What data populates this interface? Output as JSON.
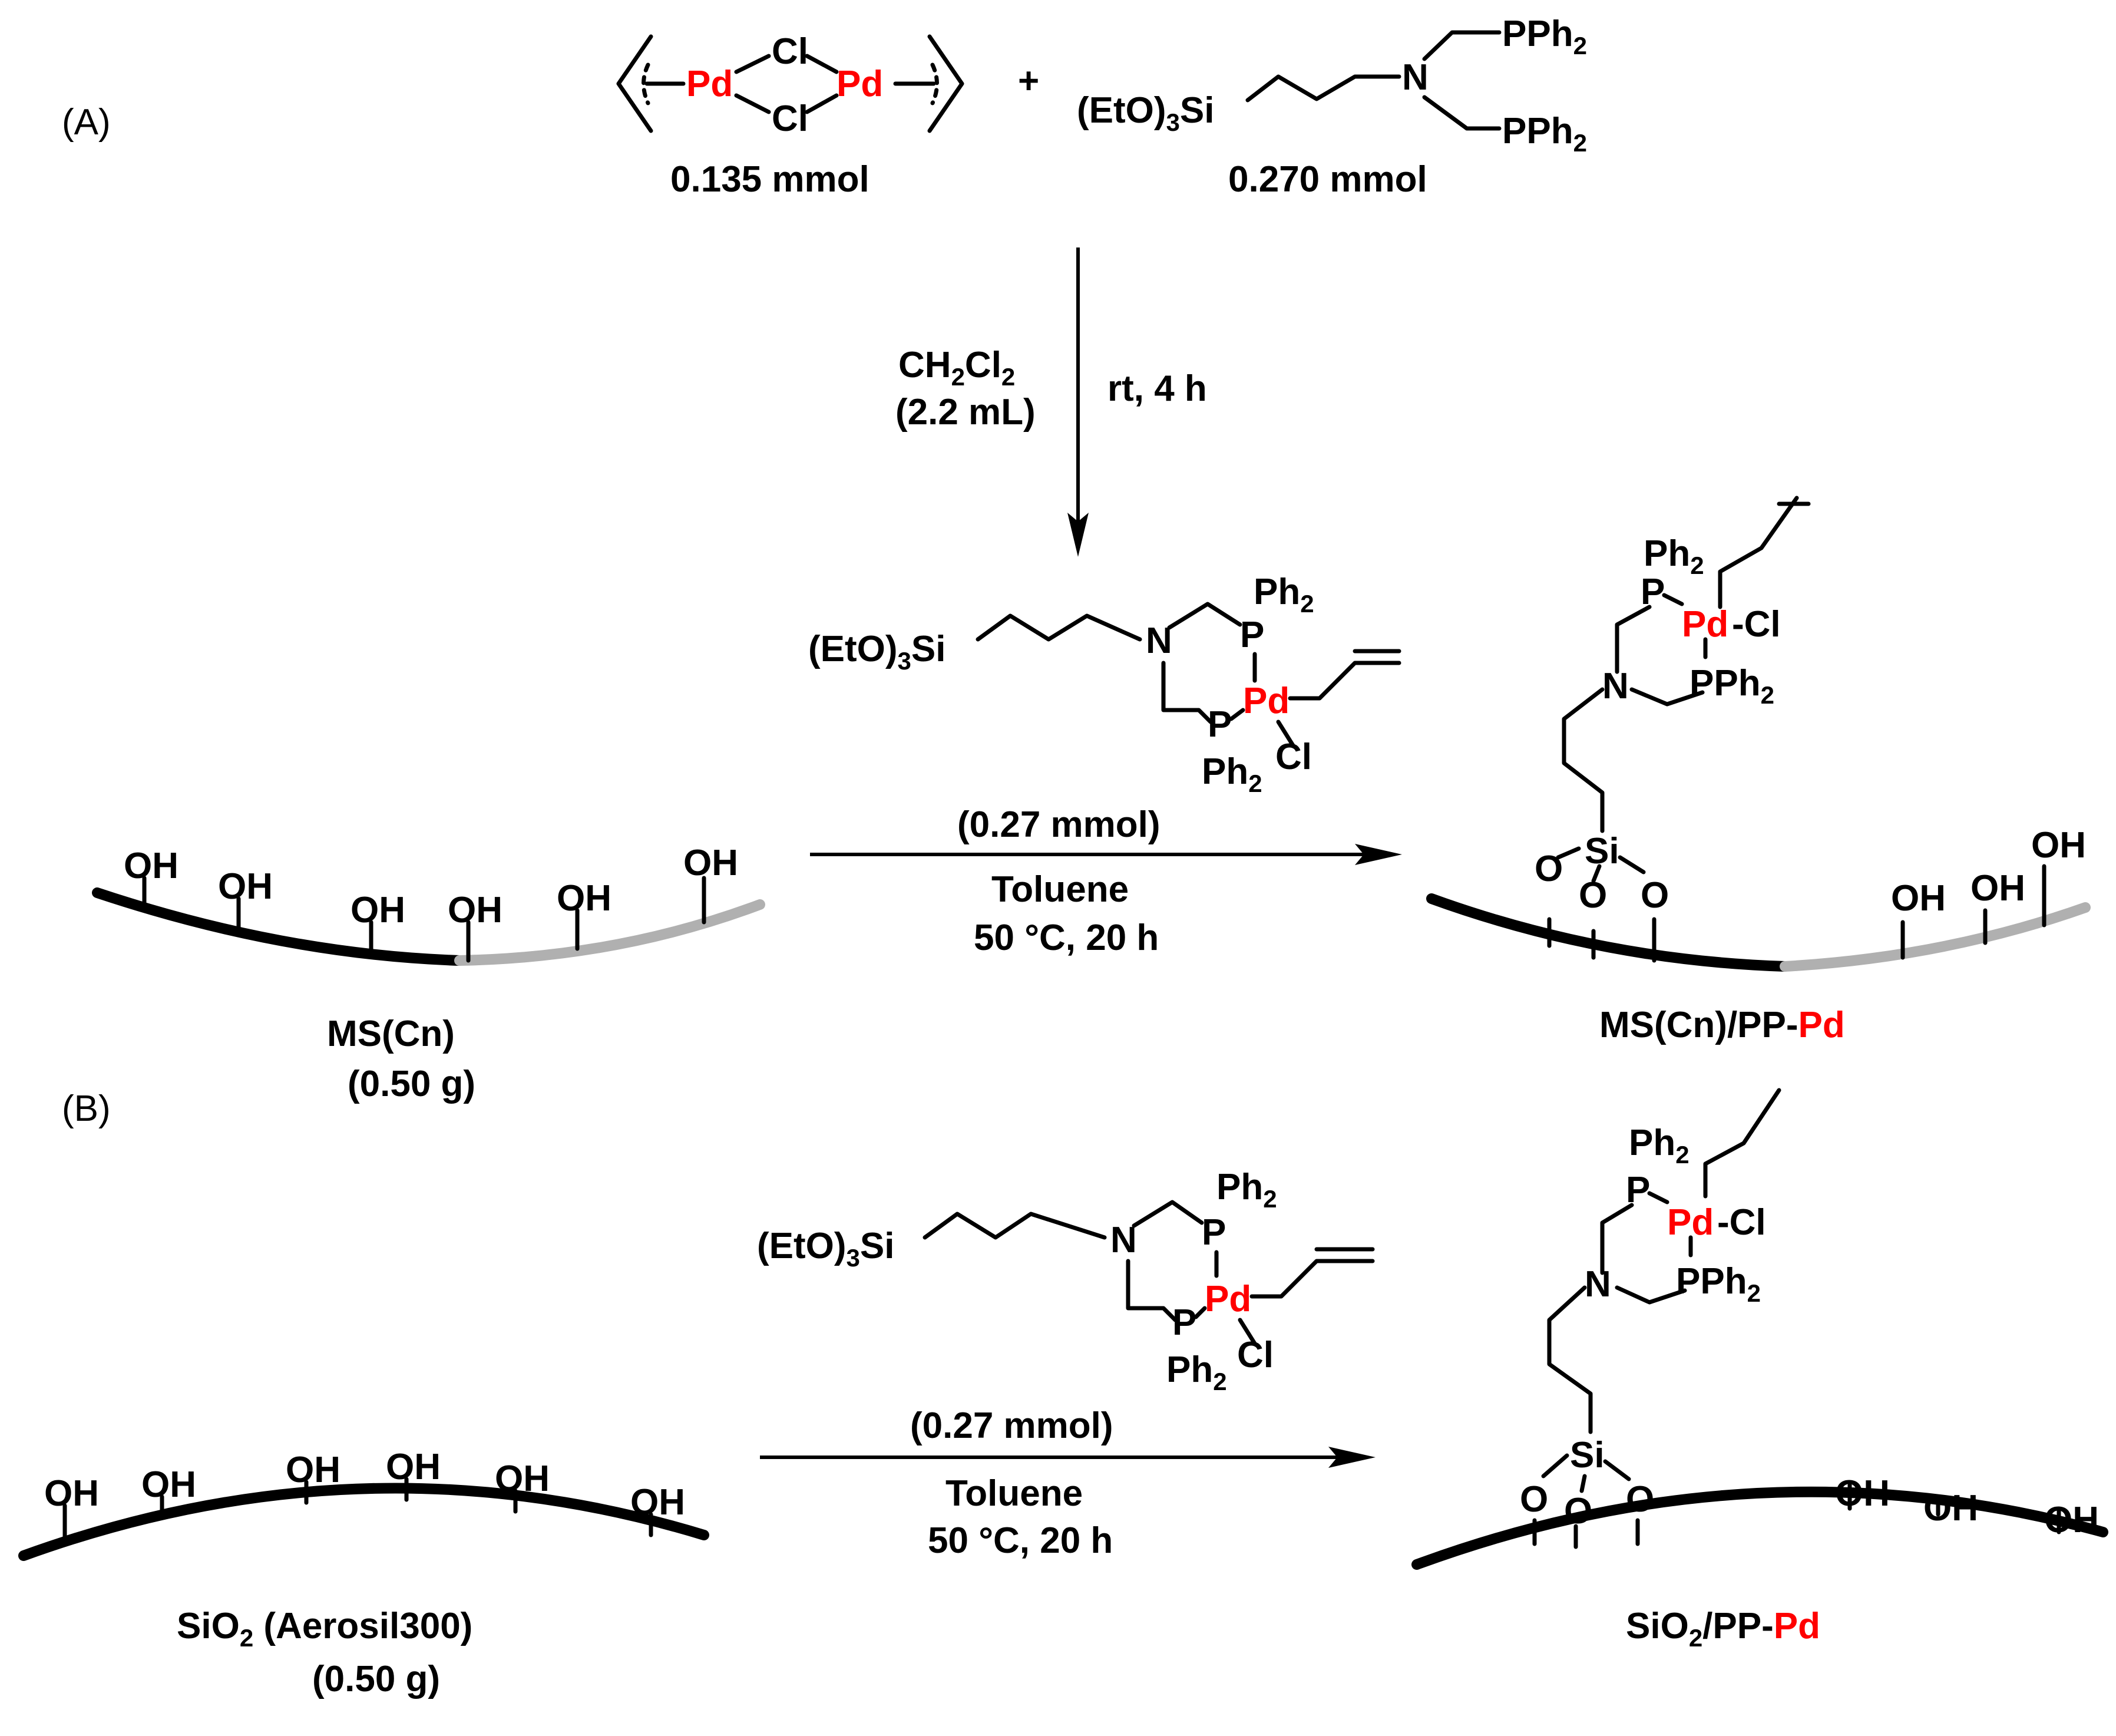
{
  "panels": {
    "A": "(A)",
    "B": "(B)"
  },
  "elements": {
    "pd": "Pd",
    "cl": "Cl",
    "si": "Si",
    "o": "O",
    "oh": "OH",
    "n": "N",
    "p": "P",
    "plus": "+",
    "etosi_prefix": "(EtO)",
    "sub3": "3",
    "sub2": "2",
    "pph2": "PPh",
    "ph2": "Ph",
    "pd_cl": "Pd",
    "dash_cl": "-Cl"
  },
  "reactants": {
    "dimer_amount": "0.135 mmol",
    "ligand_amount": "0.270 mmol"
  },
  "step1": {
    "solvent_main": "CH",
    "solvent_sub1": "2",
    "solvent_cl": "Cl",
    "solvent_sub2": "2",
    "solvent_volume": "(2.2 mL)",
    "conditions": "rt, 4 h"
  },
  "step2": {
    "amount": "(0.27 mmol)",
    "solvent": "Toluene",
    "conditions": "50 °C, 20 h"
  },
  "supports": {
    "ms_name": "MS(Cn)",
    "ms_mass": "(0.50 g)",
    "sio2_name_pre": "SiO",
    "sio2_sub": "2",
    "sio2_name_post": " (Aerosil300)",
    "sio2_mass": "(0.50 g)"
  },
  "products": {
    "ms_product_pre": "MS(Cn)/PP-",
    "ms_product_pd": "Pd",
    "sio2_product_pre": "SiO",
    "sio2_product_sub": "2",
    "sio2_product_mid": "/PP-",
    "sio2_product_pd": "Pd"
  },
  "colors": {
    "palladium": "#ff0000",
    "surface": "#000000",
    "surface_highlight": "#b0b0b0"
  }
}
